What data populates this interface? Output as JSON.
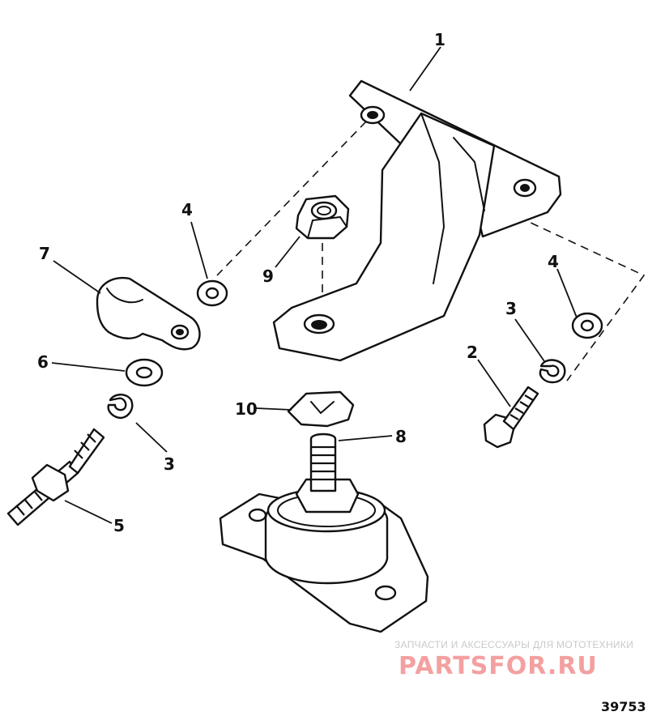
{
  "diagram": {
    "callouts": {
      "c1": "1",
      "c2": "2",
      "c3a": "3",
      "c3b": "3",
      "c4a": "4",
      "c4b": "4",
      "c5": "5",
      "c6": "6",
      "c7": "7",
      "c8": "8",
      "c9": "9",
      "c10": "10"
    },
    "figure_number": "39753"
  },
  "watermark": {
    "tagline": "ЗАПЧАСТИ И АКСЕССУАРЫ ДЛЯ МОТОТЕХНИКИ",
    "brand": "PARTSFOR.RU"
  }
}
